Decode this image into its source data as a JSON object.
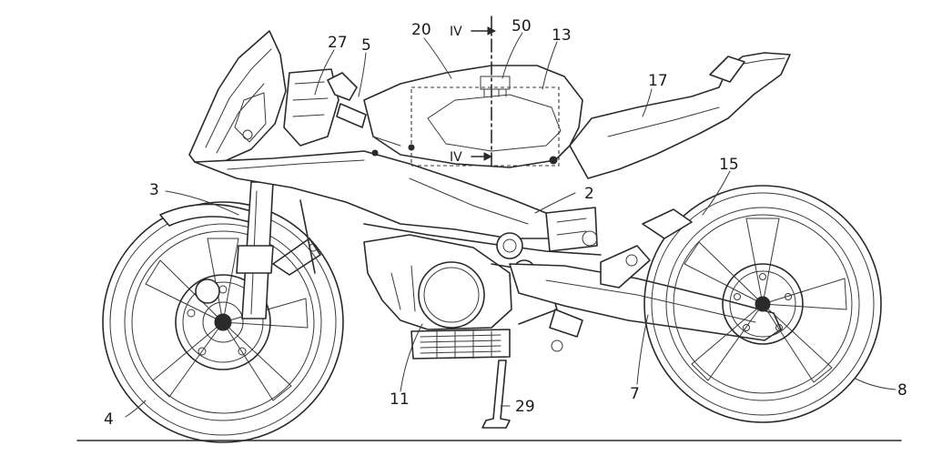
{
  "drawing": {
    "reference_numerals": {
      "n2": "2",
      "n3": "3",
      "n4": "4",
      "n5": "5",
      "n7": "7",
      "n8": "8",
      "n11": "11",
      "n13": "13",
      "n15": "15",
      "n17": "17",
      "n20": "20",
      "n27": "27",
      "n29": "29",
      "n50": "50"
    },
    "section_marks": {
      "top": "IV",
      "bottom": "IV"
    }
  }
}
